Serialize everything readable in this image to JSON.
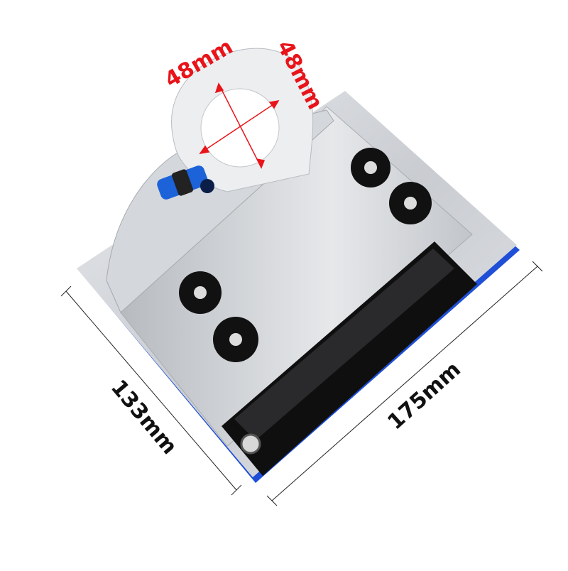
{
  "product": {
    "description": "Stainless steel cutting guide base plate with dust port, knobs and handle",
    "colors": {
      "dimension_red": "#e8141a",
      "edge_blue": "#1e4fd6",
      "steel": "#cfd2d6",
      "knob_black": "#111111",
      "port_blue": "#1c63d9"
    }
  },
  "dimensions": {
    "ring_width": "48mm",
    "ring_height": "48mm",
    "plate_width": "133mm",
    "plate_length": "175mm"
  }
}
